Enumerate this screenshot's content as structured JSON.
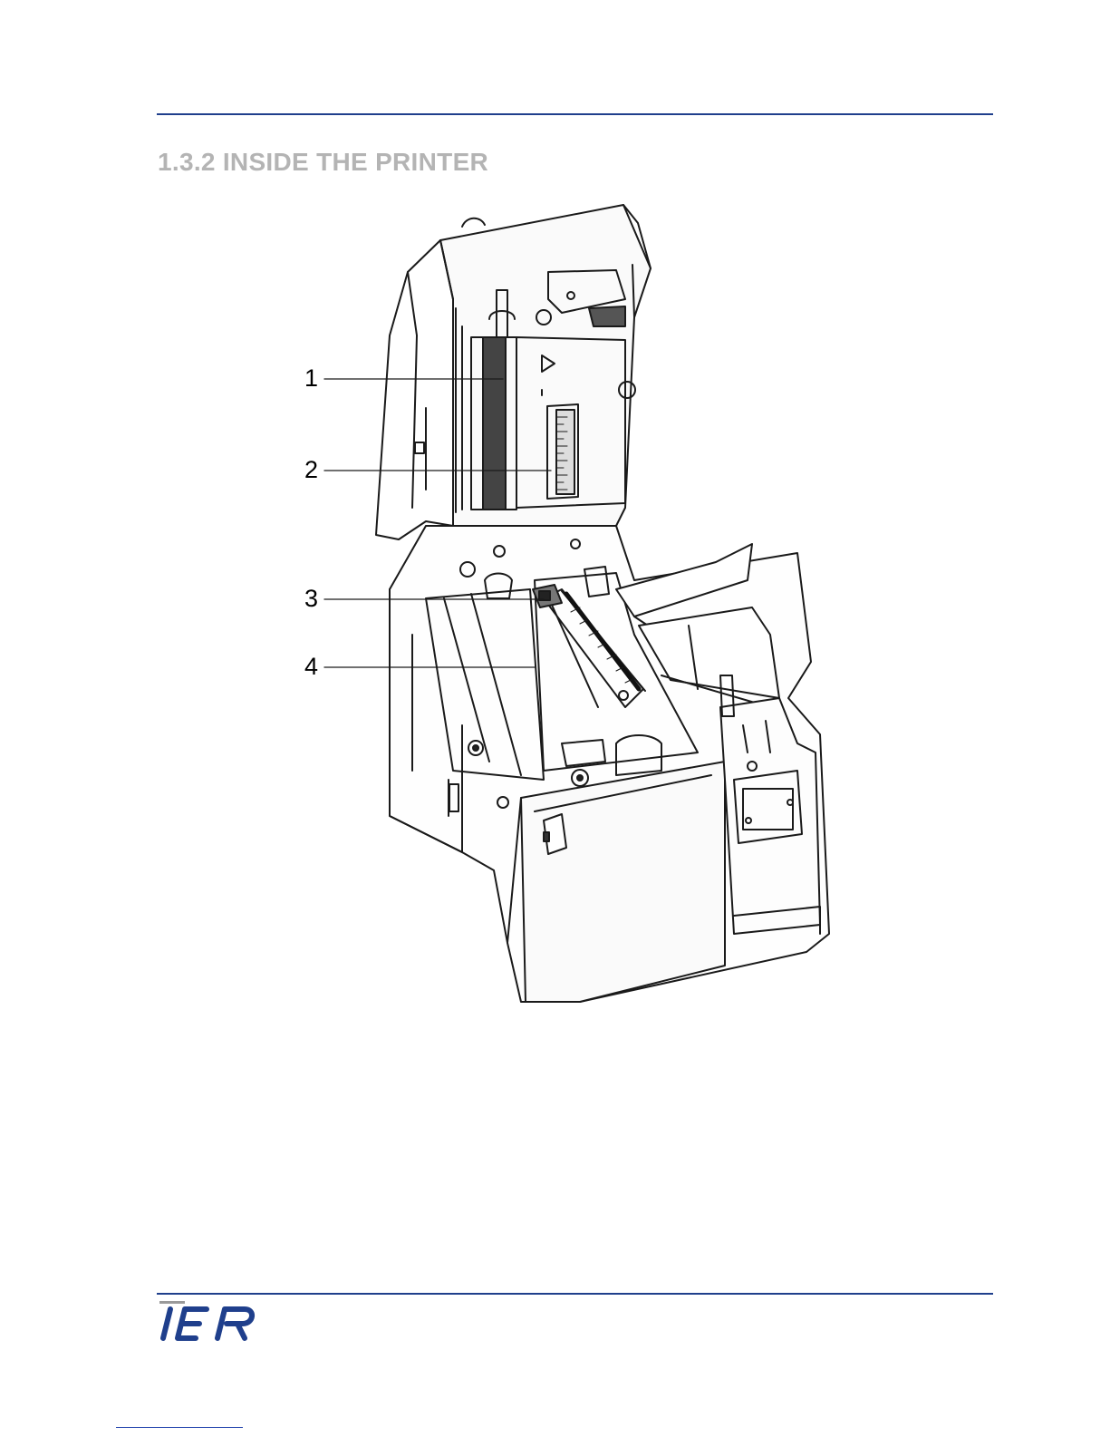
{
  "page": {
    "section_title": "1.3.2 INSIDE THE PRINTER",
    "accent_color": "#1f3f8c"
  },
  "figure": {
    "subject": "printer-inside",
    "callouts": [
      {
        "number": "1"
      },
      {
        "number": "2"
      },
      {
        "number": "3"
      },
      {
        "number": "4"
      }
    ]
  },
  "footer": {
    "logo": {
      "name": "company-logo",
      "color": "#1f3f8c"
    }
  }
}
